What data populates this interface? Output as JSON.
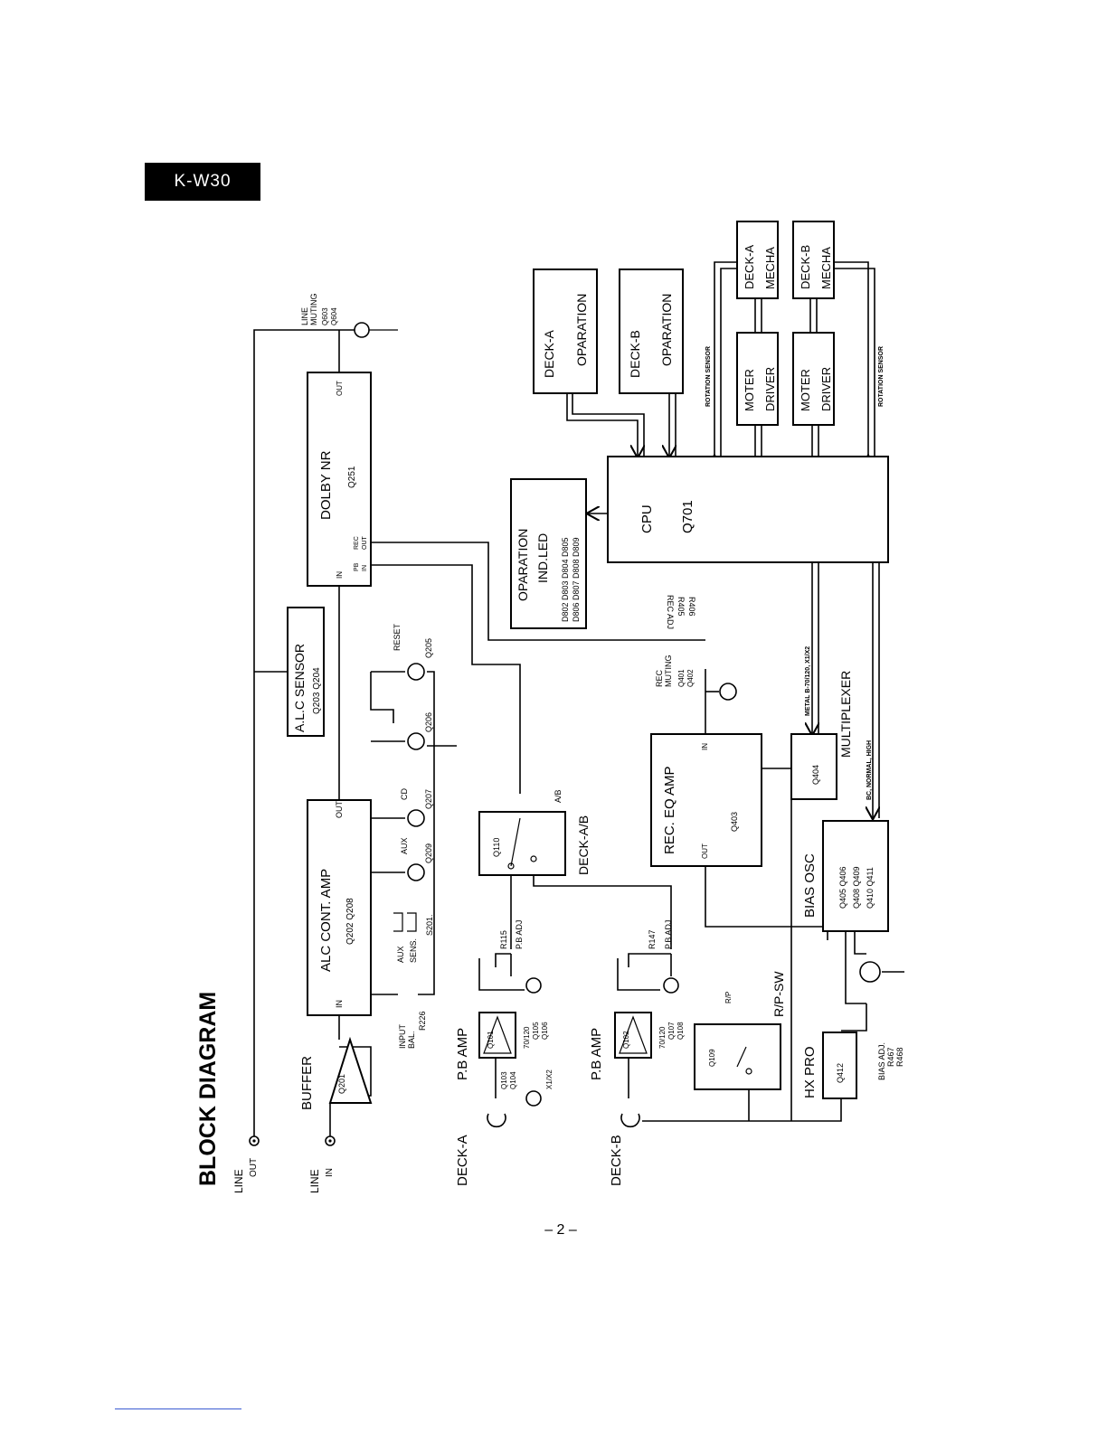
{
  "header": {
    "model": "K-W30",
    "title": "BLOCK DIAGRAM"
  },
  "footer": {
    "page_number": "– 2 –"
  },
  "terminals": {
    "line_out": [
      "LINE",
      "OUT"
    ],
    "line_in": [
      "LINE",
      "IN"
    ]
  },
  "blocks": {
    "buffer": {
      "label": "BUFFER",
      "part": "Q201"
    },
    "alc_amp": {
      "title": "ALC CONT. AMP",
      "parts": "Q202   Q208",
      "in": "IN",
      "out": "OUT"
    },
    "alc_sensor": {
      "title": "A.L.C  SENSOR",
      "parts": "Q203  Q204"
    },
    "dolby": {
      "title": "DOLBY NR",
      "part": "Q251",
      "in": "IN",
      "pb_in": [
        "PB",
        "IN"
      ],
      "rec_out": [
        "REC",
        "OUT"
      ],
      "out": "OUT"
    },
    "line_muting": {
      "label": [
        "LINE",
        "MUTING"
      ],
      "parts": [
        "Q603",
        "Q604"
      ]
    },
    "reset": {
      "label": "RESET",
      "part": "Q205"
    },
    "q206": {
      "part": "Q206"
    },
    "cd": {
      "label": "CD",
      "part": "Q207"
    },
    "aux": {
      "label": "AUX",
      "part": "Q209"
    },
    "aux_sens": {
      "label": [
        "AUX",
        "SENS."
      ],
      "switch": "S201."
    },
    "input_bal": {
      "label": [
        "INPUT",
        "BAL."
      ],
      "part": "R226"
    },
    "deck_ab": {
      "part": "Q110",
      "label": "DECK-A/B",
      "signal": "A/B"
    },
    "deck_a_in": {
      "label": "DECK-A"
    },
    "deck_b_in": {
      "label": "DECK-B"
    },
    "pb_amp_a": {
      "label": "P.B AMP",
      "part": "Q101",
      "sw": [
        "Q103",
        "Q104"
      ],
      "sw_label": "X1/X2",
      "tr": [
        "70/120",
        "Q105",
        "Q106"
      ],
      "adj": [
        "R115",
        "P.B ADJ"
      ]
    },
    "pb_amp_b": {
      "label": "P.B AMP",
      "part": "Q102",
      "tr": [
        "70/120",
        "Q107",
        "Q108"
      ],
      "adj": [
        "R147",
        "P.B ADJ"
      ]
    },
    "rp_sw": {
      "label": "R/P-SW",
      "part": "Q109",
      "signal": "R/P"
    },
    "hx_pro": {
      "label": "HX PRO",
      "part": "Q412"
    },
    "rec_eq": {
      "title": "REC. EQ  AMP",
      "part": "Q403",
      "in": "IN",
      "out": "OUT"
    },
    "rec_muting": {
      "label": [
        "REC",
        "MUTING"
      ],
      "parts": [
        "Q401",
        "Q402"
      ]
    },
    "rec_adj": {
      "label": [
        "REC ADJ",
        "R405",
        "R406"
      ]
    },
    "bias_osc": {
      "title": "BIAS  OSC",
      "parts": [
        "Q405  Q406",
        "Q408  Q409",
        "Q410  Q411"
      ]
    },
    "bias_adj": {
      "label": [
        "BIAS ADJ.",
        "R467",
        "R468"
      ]
    },
    "multiplexer": {
      "part": "Q404",
      "label": "MULTIPLEXER"
    },
    "indicator": {
      "title": [
        "OPARATION",
        "IND.LED"
      ],
      "leds": [
        "D802  D803  D804  D805",
        "D806  D807  D808  D809"
      ]
    },
    "cpu": {
      "title": "CPU",
      "part": "Q701"
    },
    "deck_a_op": {
      "title": [
        "DECK-A",
        "OPARATION"
      ]
    },
    "deck_b_op": {
      "title": [
        "DECK-B",
        "OPARATION"
      ]
    },
    "motor_a": {
      "title": [
        "MOTER",
        "DRIVER"
      ]
    },
    "motor_b": {
      "title": [
        "MOTER",
        "DRIVER"
      ]
    },
    "mecha_a": {
      "title": [
        "DECK-A",
        "MECHA"
      ]
    },
    "mecha_b": {
      "title": [
        "DECK-B",
        "MECHA"
      ]
    },
    "signals": {
      "rotation_sensor": "ROTATION SENSOR",
      "metal": "METAL B-70/120, X1/X2",
      "bc": "BC, NORMAL, HIGH"
    }
  }
}
